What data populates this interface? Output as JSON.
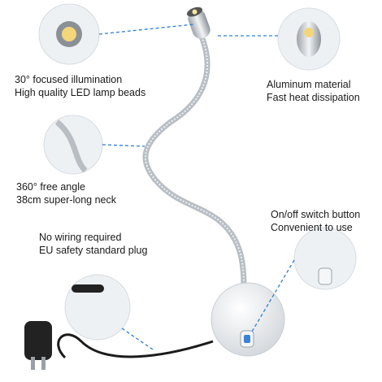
{
  "features": [
    {
      "id": "illumination",
      "line1": "30° focused illumination",
      "line2": "High quality LED lamp beads"
    },
    {
      "id": "material",
      "line1": "Aluminum material",
      "line2": "Fast heat dissipation"
    },
    {
      "id": "angle",
      "line1": "360° free angle",
      "line2": "38cm super-long neck"
    },
    {
      "id": "switch",
      "line1": "On/off switch button",
      "line2": "Convenient to use"
    },
    {
      "id": "plug",
      "line1": "No wiring required",
      "line2": "EU safety standard plug"
    }
  ],
  "colors": {
    "callout_line": "#2f7fd6",
    "metal": "#c7ccd1",
    "cable": "#1b1b1b",
    "base": "#e9ecef"
  }
}
